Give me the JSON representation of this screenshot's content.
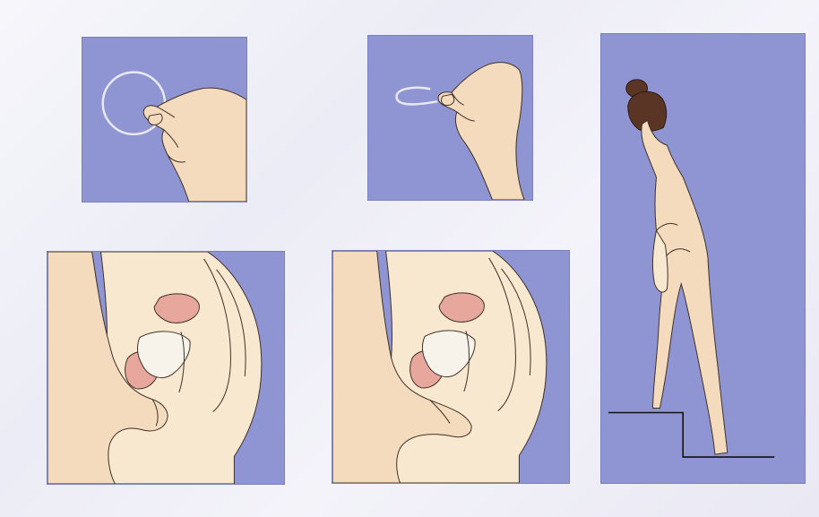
{
  "panels": [
    {
      "id": "p1",
      "icons": [
        "ring-icon",
        "hand-icon"
      ]
    },
    {
      "id": "p2",
      "icons": [
        "folded-ring-icon",
        "hand-icon"
      ]
    },
    {
      "id": "p3",
      "icons": [
        "standing-woman-icon",
        "step-icon"
      ]
    },
    {
      "id": "p4",
      "icons": [
        "pelvis-cross-section-icon",
        "hand-icon"
      ]
    },
    {
      "id": "p5",
      "icons": [
        "pelvis-cross-section-icon",
        "hand-icon"
      ]
    }
  ],
  "colors": {
    "panel_background": "#8f95d2",
    "skin": "#f5dbbd",
    "uterus": "#e7a79d",
    "page_background": "#f0f0f8"
  }
}
